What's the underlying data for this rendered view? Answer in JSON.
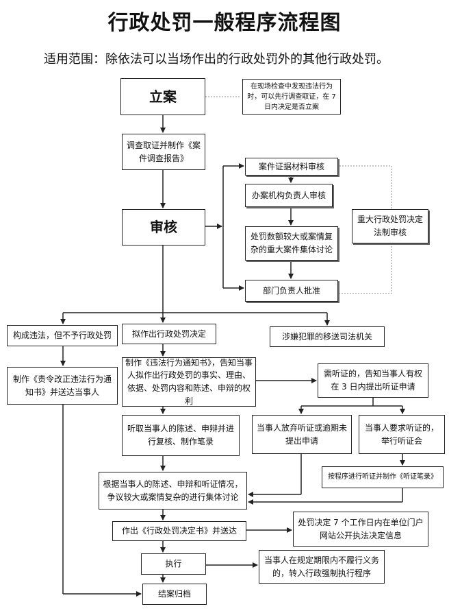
{
  "title": "行政处罚一般程序流程图",
  "scope": "适用范围：除依法可以当场作出的行政处罚外的其他行政处罚。",
  "nodes": {
    "lian": "立案",
    "lian_note": "在现场检查中发现违法行为时，可以先行调查取证，在 7 日内决定是否立案",
    "investigate": "调查取证并制作《案件调查报告》",
    "review": "审核",
    "material_review": "案件证据材料审核",
    "dept_head_review": "办案机构负责人审核",
    "collective": "处罚数额较大或案情复杂的重大案件集体讨论",
    "dept_approve": "部门负责人批准",
    "legal_review": "重大行政处罚决定法制审核",
    "no_penalty": "构成违法，但不予行政处罚",
    "proposed": "拟作出行政处罚决定",
    "transfer": "涉嫌犯罪的移送司法机关",
    "correction": "制作《责令改正违法行为通知书》并送达当事人",
    "notice": "制作《违法行为通知书》，告知当事人拟作出行政处罚的事实、理由、依据、处罚内容和陈述、申辩的权利",
    "hearing_right": "需听证的，告知当事人有权在 3 日内提出听证申请",
    "hear_statement": "听取当事人的陈述、申辩并进行复核、制作笔录",
    "waive": "当事人放弃听证或逾期未提出申请",
    "request_hearing": "当事人要求听证的，举行听证会",
    "hearing_record": "按程序进行听证并制作《听证笔录》",
    "discuss": "根据当事人的陈述、申辩和听证情况，争议较大或案情复杂的进行集体讨论",
    "decision": "作出《行政处罚决定书》并送达",
    "publish": "处罚决定 7 个工作日内在单位门户网站公开执法决定信息",
    "execute": "执行",
    "enforce": "当事人在规定期限内不履行义务的，转入行政强制执行程序",
    "close": "结案归档"
  }
}
